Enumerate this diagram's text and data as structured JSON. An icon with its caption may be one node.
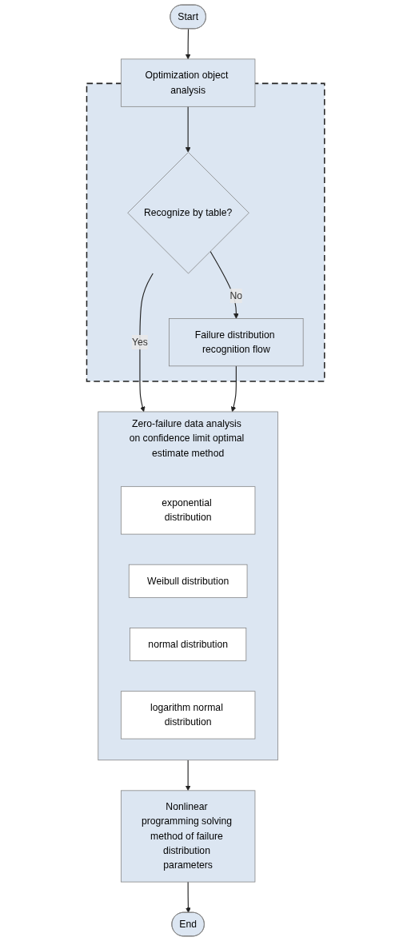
{
  "diagram": {
    "nodes": [
      {
        "text": [
          "Start"
        ]
      },
      {
        "text": [
          "Optimization object analysis"
        ]
      },
      {
        "text": [],
        "shape": "box"
      },
      {
        "text": [
          "Recognize by table?"
        ],
        "in": 2
      },
      {
        "text": [
          "Failure distribution recognition flow"
        ],
        "in": 2
      },
      {
        "text": [
          "Zero-failure data analysis on confidence limit optimal estimate method"
        ]
      },
      {
        "text": [
          "exponential distribution"
        ],
        "in": 5
      },
      {
        "text": [
          "Weibull distribution"
        ],
        "in": 5
      },
      {
        "text": [
          "normal distribution"
        ],
        "in": 5
      },
      {
        "text": [
          "logarithm normal distribution"
        ],
        "in": 5
      },
      {
        "text": [
          "Nonlinear programming solving method of failure distribution parameters"
        ]
      },
      {
        "text": [
          "End"
        ]
      }
    ],
    "edges": [
      {
        "from": 0,
        "to": 1,
        "arrow": "to"
      },
      {
        "from": 1,
        "to": 3,
        "arrow": "to"
      },
      {
        "from": 3,
        "to": 4,
        "arrow": "to",
        "label": "No"
      },
      {
        "from": 3,
        "to": 5,
        "arrow": "to",
        "label": "Yes"
      },
      {
        "from": 4,
        "to": 5,
        "arrow": "to"
      },
      {
        "from": 5,
        "to": 10,
        "arrow": "to"
      },
      {
        "from": 10,
        "to": 11,
        "arrow": "to"
      }
    ]
  }
}
